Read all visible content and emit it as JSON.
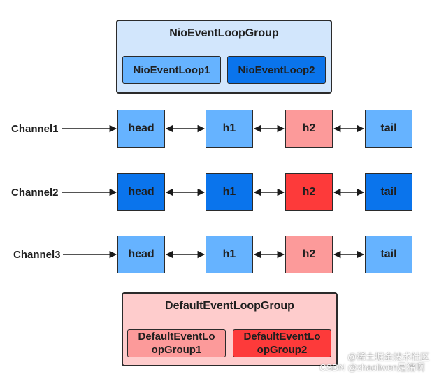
{
  "colors": {
    "loop_light": "#66b3ff",
    "loop_dark": "#0a74ec",
    "group_blue_bg": "#d2e6fc",
    "group_red_bg": "#fecccc",
    "red_light": "#fc9a9a",
    "red_dark": "#fd3a3a",
    "border": "#2b2b2b",
    "arrow": "#1a1a1a"
  },
  "nio_group": {
    "title": "NioEventLoopGroup",
    "loops": [
      "NioEventLoop1",
      "NioEventLoop2"
    ]
  },
  "default_group": {
    "title": "DefaultEventLoopGroup",
    "loops": [
      "DefaultEventLo\nopGroup1",
      "DefaultEventLo\nopGroup2"
    ]
  },
  "channels": [
    {
      "label": "Channel1",
      "nodes": [
        "head",
        "h1",
        "h2",
        "tail"
      ]
    },
    {
      "label": "Channel2",
      "nodes": [
        "head",
        "h1",
        "h2",
        "tail"
      ]
    },
    {
      "label": "Channel3",
      "nodes": [
        "head",
        "h1",
        "h2",
        "tail"
      ]
    }
  ],
  "watermark": {
    "line1": "@稀土掘金技术社区",
    "line2": "CSDN @zhaoliwen是猪啊"
  }
}
